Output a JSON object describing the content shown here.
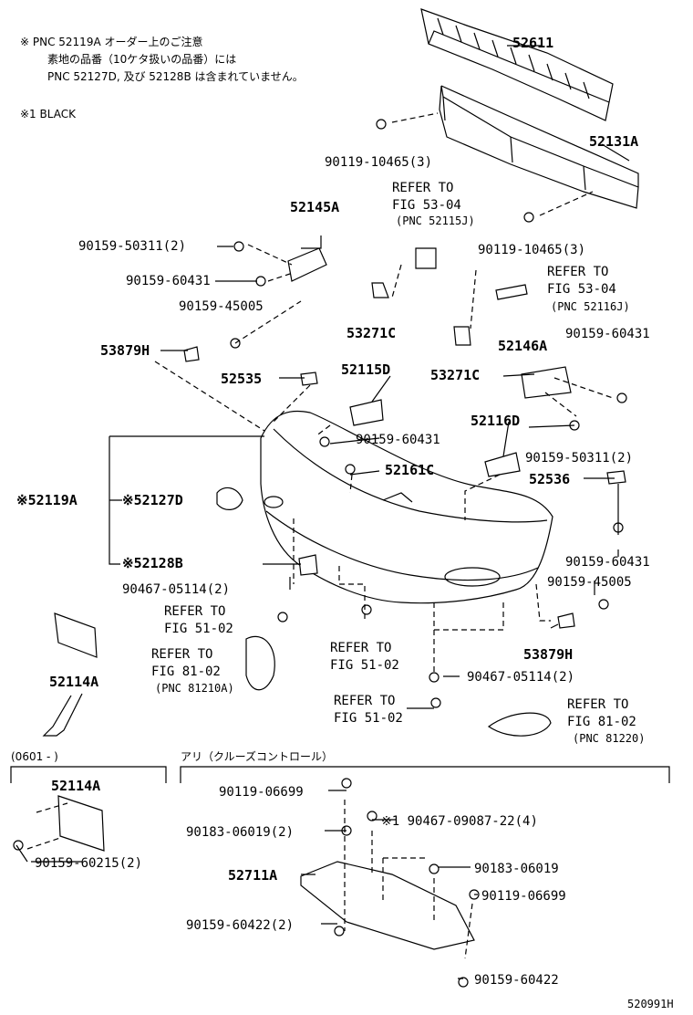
{
  "notes": {
    "caution_line1": "※  PNC 52119A オーダー上のご注意",
    "caution_line2": "素地の品番（10ケタ扱いの品番）には",
    "caution_line3": "PNC 52127D, 及び 52128B は含まれていません。",
    "black_note": "※1 BLACK"
  },
  "sections": {
    "option_period": "(0601 -        )",
    "cruise_control": "アリ（クルーズコントロール）"
  },
  "labels": {
    "l52611": "52611",
    "l52131A": "52131A",
    "l90119_10465_a": "90119-10465(3)",
    "l90119_10465_b": "90119-10465(3)",
    "refer_53_04_a_1": "REFER TO",
    "refer_53_04_a_2": "FIG 53-04",
    "refer_53_04_a_3": "(PNC 52115J)",
    "l52145A": "52145A",
    "l90159_50311_a": "90159-50311(2)",
    "l90159_60431_a": "90159-60431",
    "l90159_45005_a": "90159-45005",
    "l53271C_a": "53271C",
    "refer_53_04_b_1": "REFER TO",
    "refer_53_04_b_2": "FIG 53-04",
    "refer_53_04_b_3": "(PNC 52116J)",
    "l90159_60431_b": "90159-60431",
    "l53879H_a": "53879H",
    "l52535": "52535",
    "l52115D": "52115D",
    "l53271C_b": "53271C",
    "l52146A": "52146A",
    "l52116D": "52116D",
    "l90159_60431_c": "90159-60431",
    "l52161C": "52161C",
    "l90159_50311_b": "90159-50311(2)",
    "l52536": "52536",
    "l52119A": "※52119A",
    "l52127D": "※52127D",
    "l52128B": "※52128B",
    "l90159_60431_d": "90159-60431",
    "l90467_05114_a": "90467-05114(2)",
    "l90159_45005_b": "90159-45005",
    "refer_51_02_a_1": "REFER TO",
    "refer_51_02_a_2": "FIG 51-02",
    "refer_81_02_a_1": "REFER TO",
    "refer_81_02_a_2": "FIG 81-02",
    "refer_81_02_a_3": "(PNC 81210A)",
    "l52114A_a": "52114A",
    "refer_51_02_b_1": "REFER TO",
    "refer_51_02_b_2": "FIG 51-02",
    "l53879H_b": "53879H",
    "l90467_05114_b": "90467-05114(2)",
    "refer_51_02_c_1": "REFER TO",
    "refer_51_02_c_2": "FIG 51-02",
    "refer_81_02_b_1": "REFER TO",
    "refer_81_02_b_2": "FIG 81-02",
    "refer_81_02_b_3": "(PNC 81220)",
    "l52114A_b": "52114A",
    "l90159_60215": "90159-60215(2)",
    "l90119_06699_a": "90119-06699",
    "l90183_06019_a": "90183-06019(2)",
    "l90467_09087": "※1 90467-09087-22(4)",
    "l90183_06019_b": "90183-06019",
    "l52711A": "52711A",
    "l90119_06699_b": "90119-06699",
    "l90159_60422_a": "90159-60422(2)",
    "l90159_60422_b": "90159-60422",
    "figure_id": "520991H"
  }
}
